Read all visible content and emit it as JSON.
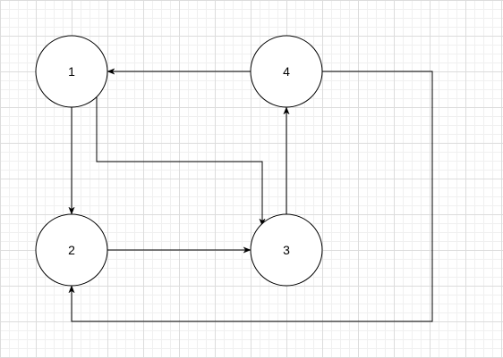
{
  "diagram": {
    "nodes": [
      {
        "id": "1",
        "label": "1"
      },
      {
        "id": "2",
        "label": "2"
      },
      {
        "id": "3",
        "label": "3"
      },
      {
        "id": "4",
        "label": "4"
      }
    ],
    "edges": [
      {
        "from": "1",
        "to": "2"
      },
      {
        "from": "1",
        "to": "3"
      },
      {
        "from": "2",
        "to": "3"
      },
      {
        "from": "3",
        "to": "4"
      },
      {
        "from": "4",
        "to": "1"
      },
      {
        "from": "4",
        "to": "2"
      }
    ],
    "colors": {
      "stroke": "#000000",
      "node_fill": "#ffffff",
      "grid_major": "#dcdcdc",
      "grid_minor": "#f0f0f0"
    }
  }
}
